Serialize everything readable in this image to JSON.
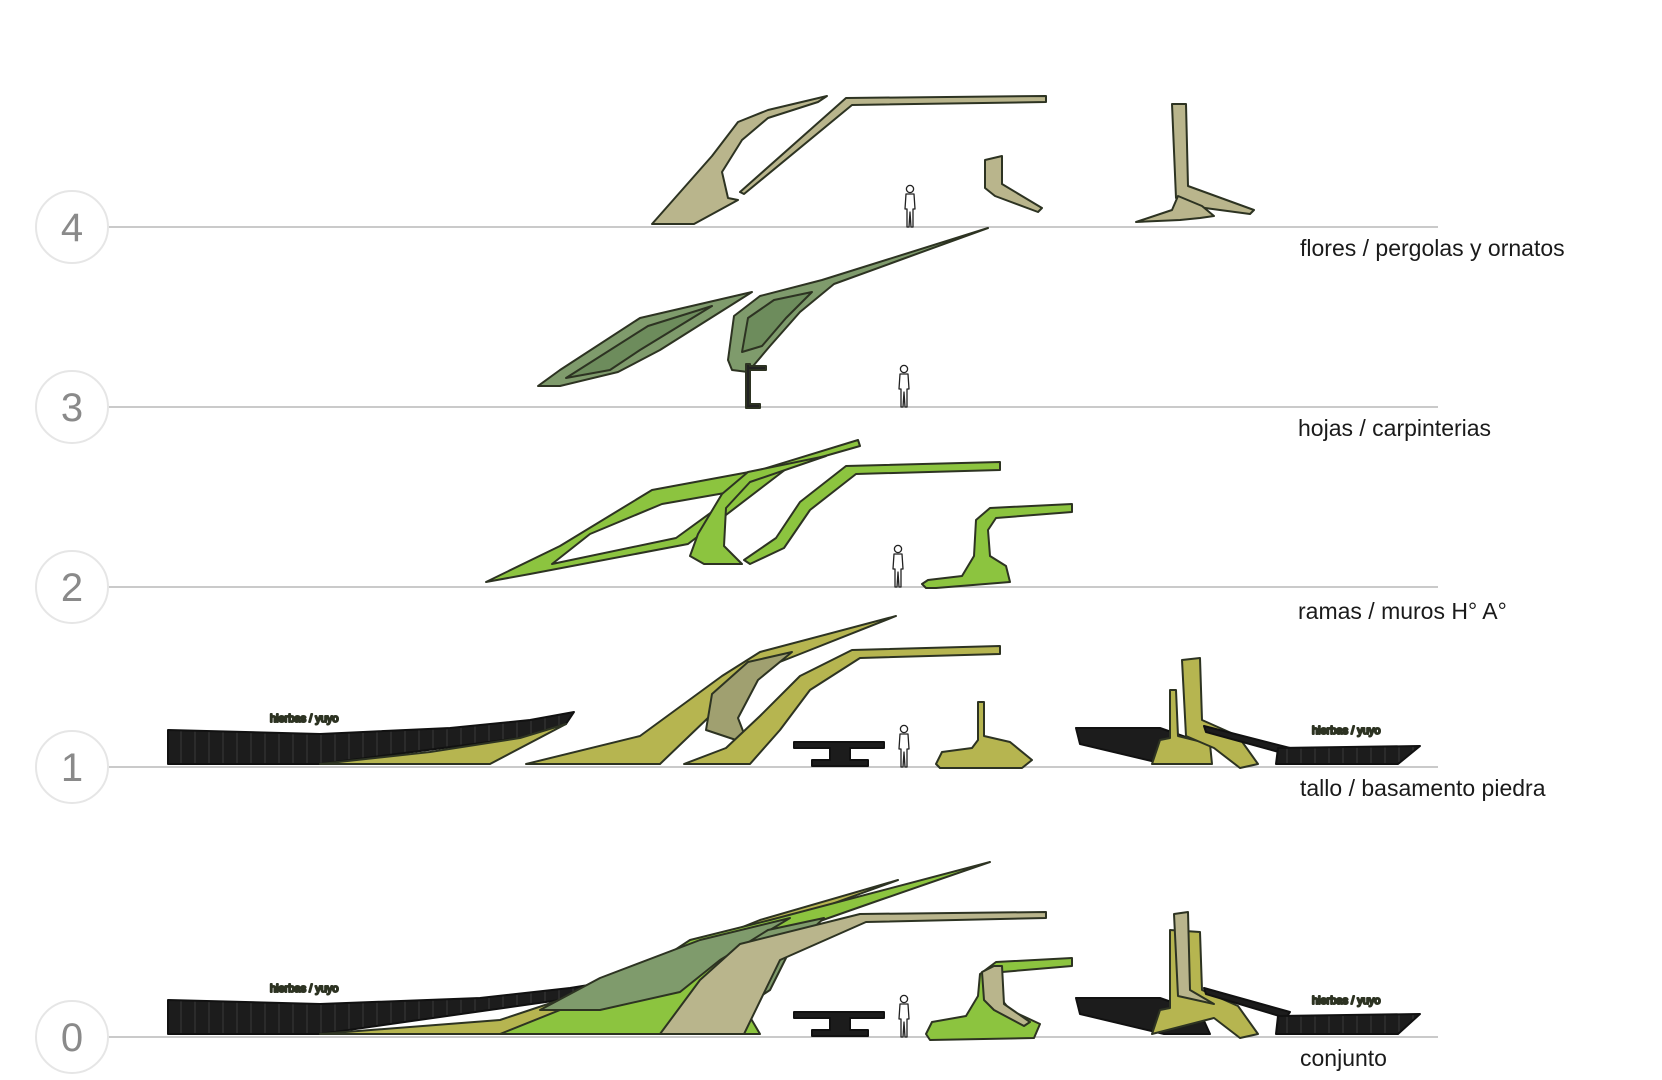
{
  "levels": [
    {
      "number": "4",
      "caption": "flores / pergolas y ornatos"
    },
    {
      "number": "3",
      "caption": "hojas / carpinterias"
    },
    {
      "number": "2",
      "caption": "ramas /  muros H° A°"
    },
    {
      "number": "1",
      "caption": "tallo  / basamento piedra"
    },
    {
      "number": "0",
      "caption": "conjunto"
    }
  ],
  "labels": {
    "grass_left": "hierbas / yuyo",
    "grass_right": "hierbas / yuyo"
  },
  "colors": {
    "flowers": "#b9b58c",
    "leaves": "#7f9b6c",
    "branches": "#8cc43f",
    "stem": "#b6b550",
    "stone": "#1c1c1c",
    "outline": "#2d3322",
    "ground_line": "#b8b8b8",
    "circle": "#e6e6e6"
  }
}
